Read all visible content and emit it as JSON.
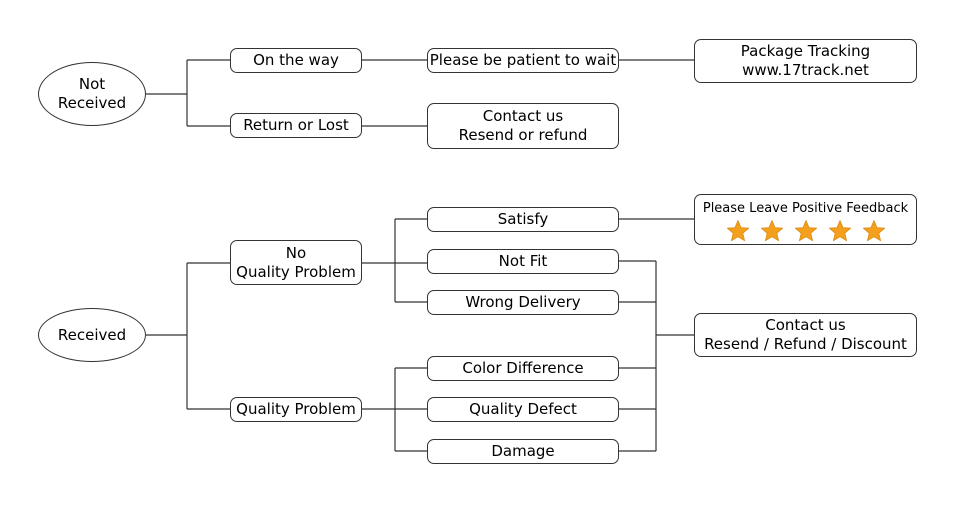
{
  "nodes": {
    "not_received": [
      "Not",
      "Received"
    ],
    "on_the_way": "On the way",
    "please_wait": "Please be patient to wait",
    "package_tracking": [
      "Package Tracking",
      "www.17track.net"
    ],
    "return_or_lost": "Return or Lost",
    "contact_resend": [
      "Contact us",
      "Resend or refund"
    ],
    "received": "Received",
    "no_quality_problem": [
      "No",
      "Quality Problem"
    ],
    "quality_problem": "Quality Problem",
    "satisfy": "Satisfy",
    "not_fit": "Not Fit",
    "wrong_delivery": "Wrong Delivery",
    "color_difference": "Color Difference",
    "quality_defect": "Quality Defect",
    "damage": "Damage",
    "positive_feedback": "Please Leave Positive Feedback",
    "contact_discount": [
      "Contact us",
      "Resend / Refund / Discount"
    ]
  },
  "rating": {
    "stars": 5,
    "max": 5
  },
  "colors": {
    "star": "#f5a01c",
    "star_stroke": "#d98a10",
    "border": "#333333",
    "line": "#333333"
  },
  "icons": {
    "star": "star-icon"
  }
}
